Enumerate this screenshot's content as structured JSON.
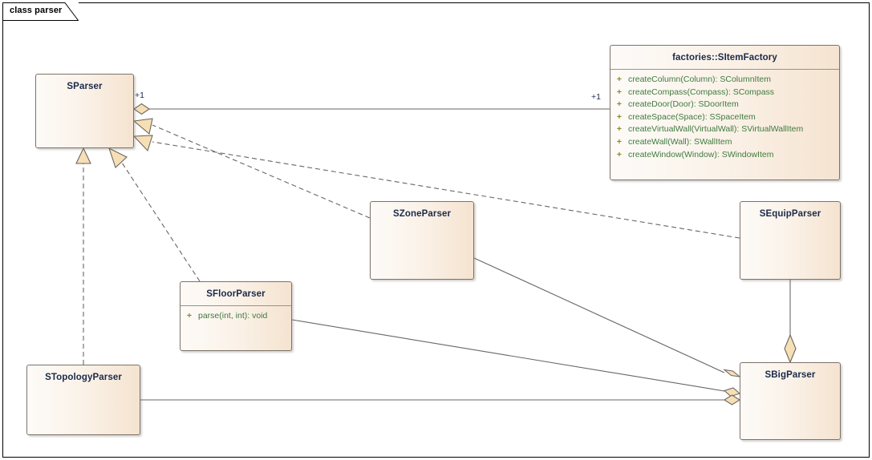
{
  "frame": {
    "tab_label": "class parser"
  },
  "diagram": {
    "type": "uml-class-diagram",
    "classes": [
      {
        "id": "sparser",
        "name": "SParser",
        "operations": []
      },
      {
        "id": "itemfactory",
        "name": "factories::SItemFactory",
        "operations": [
          {
            "visibility": "+",
            "signature": "createColumn(Column): SColumnItem"
          },
          {
            "visibility": "+",
            "signature": "createCompass(Compass): SCompass"
          },
          {
            "visibility": "+",
            "signature": "createDoor(Door): SDoorItem"
          },
          {
            "visibility": "+",
            "signature": "createSpace(Space): SSpaceItem"
          },
          {
            "visibility": "+",
            "signature": "createVirtualWall(VirtualWall): SVirtualWallItem"
          },
          {
            "visibility": "+",
            "signature": "createWall(Wall): SWallItem"
          },
          {
            "visibility": "+",
            "signature": "createWindow(Window): SWindowItem"
          }
        ]
      },
      {
        "id": "zoneparser",
        "name": "SZoneParser",
        "operations": []
      },
      {
        "id": "equipparser",
        "name": "SEquipParser",
        "operations": []
      },
      {
        "id": "floorparser",
        "name": "SFloorParser",
        "operations": [
          {
            "visibility": "+",
            "signature": "parse(int, int): void"
          }
        ]
      },
      {
        "id": "topologyparser",
        "name": "STopologyParser",
        "operations": []
      },
      {
        "id": "bigparser",
        "name": "SBigParser",
        "operations": []
      }
    ],
    "multiplicities": [
      {
        "id": "sparser-end",
        "label": "+1"
      },
      {
        "id": "itemfactory-end",
        "label": "+1"
      }
    ],
    "relationships": [
      {
        "from": "SParser",
        "to": "factories::SItemFactory",
        "type": "aggregation",
        "source_multiplicity": "+1",
        "target_multiplicity": "+1"
      },
      {
        "from": "SZoneParser",
        "to": "SParser",
        "type": "realization"
      },
      {
        "from": "SEquipParser",
        "to": "SParser",
        "type": "realization"
      },
      {
        "from": "SFloorParser",
        "to": "SParser",
        "type": "realization"
      },
      {
        "from": "STopologyParser",
        "to": "SParser",
        "type": "realization"
      },
      {
        "from": "SZoneParser",
        "to": "SBigParser",
        "type": "aggregation"
      },
      {
        "from": "SFloorParser",
        "to": "SBigParser",
        "type": "aggregation"
      },
      {
        "from": "STopologyParser",
        "to": "SBigParser",
        "type": "aggregation"
      },
      {
        "from": "SEquipParser",
        "to": "SBigParser",
        "type": "aggregation"
      }
    ]
  },
  "colors": {
    "class_fill_light": "#fdfbf8",
    "class_fill_dark": "#f5e3d0",
    "class_border": "#7d7368",
    "title_text": "#1b2a4a",
    "operation_text": "#3f7a3f",
    "visibility_text": "#8a8a25",
    "edge_line": "#6b6660",
    "adornment_fill": "#f7dfb5",
    "frame_border": "#000000"
  }
}
